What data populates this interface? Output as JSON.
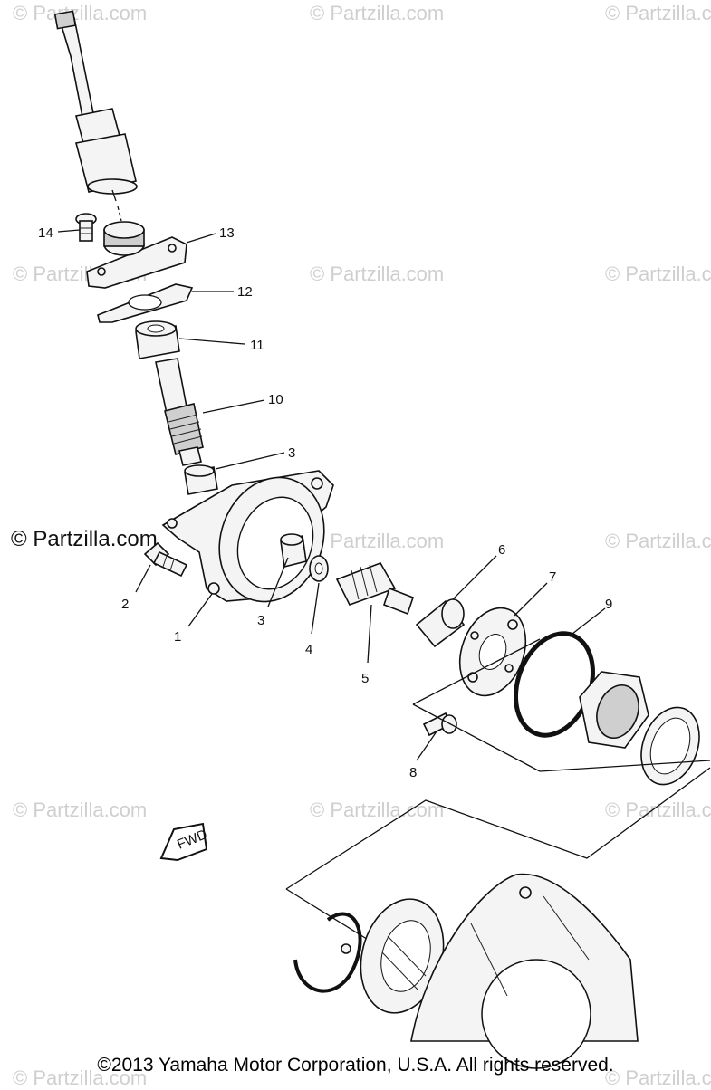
{
  "watermark": "© Partzilla.com",
  "copyright": "©2013 Yamaha Motor Corporation, U.S.A. All rights reserved.",
  "fwd_label": "FWD",
  "callouts": [
    "14",
    "13",
    "12",
    "11",
    "10",
    "3",
    "2",
    "1",
    "3",
    "4",
    "5",
    "6",
    "7",
    "8",
    "9"
  ]
}
